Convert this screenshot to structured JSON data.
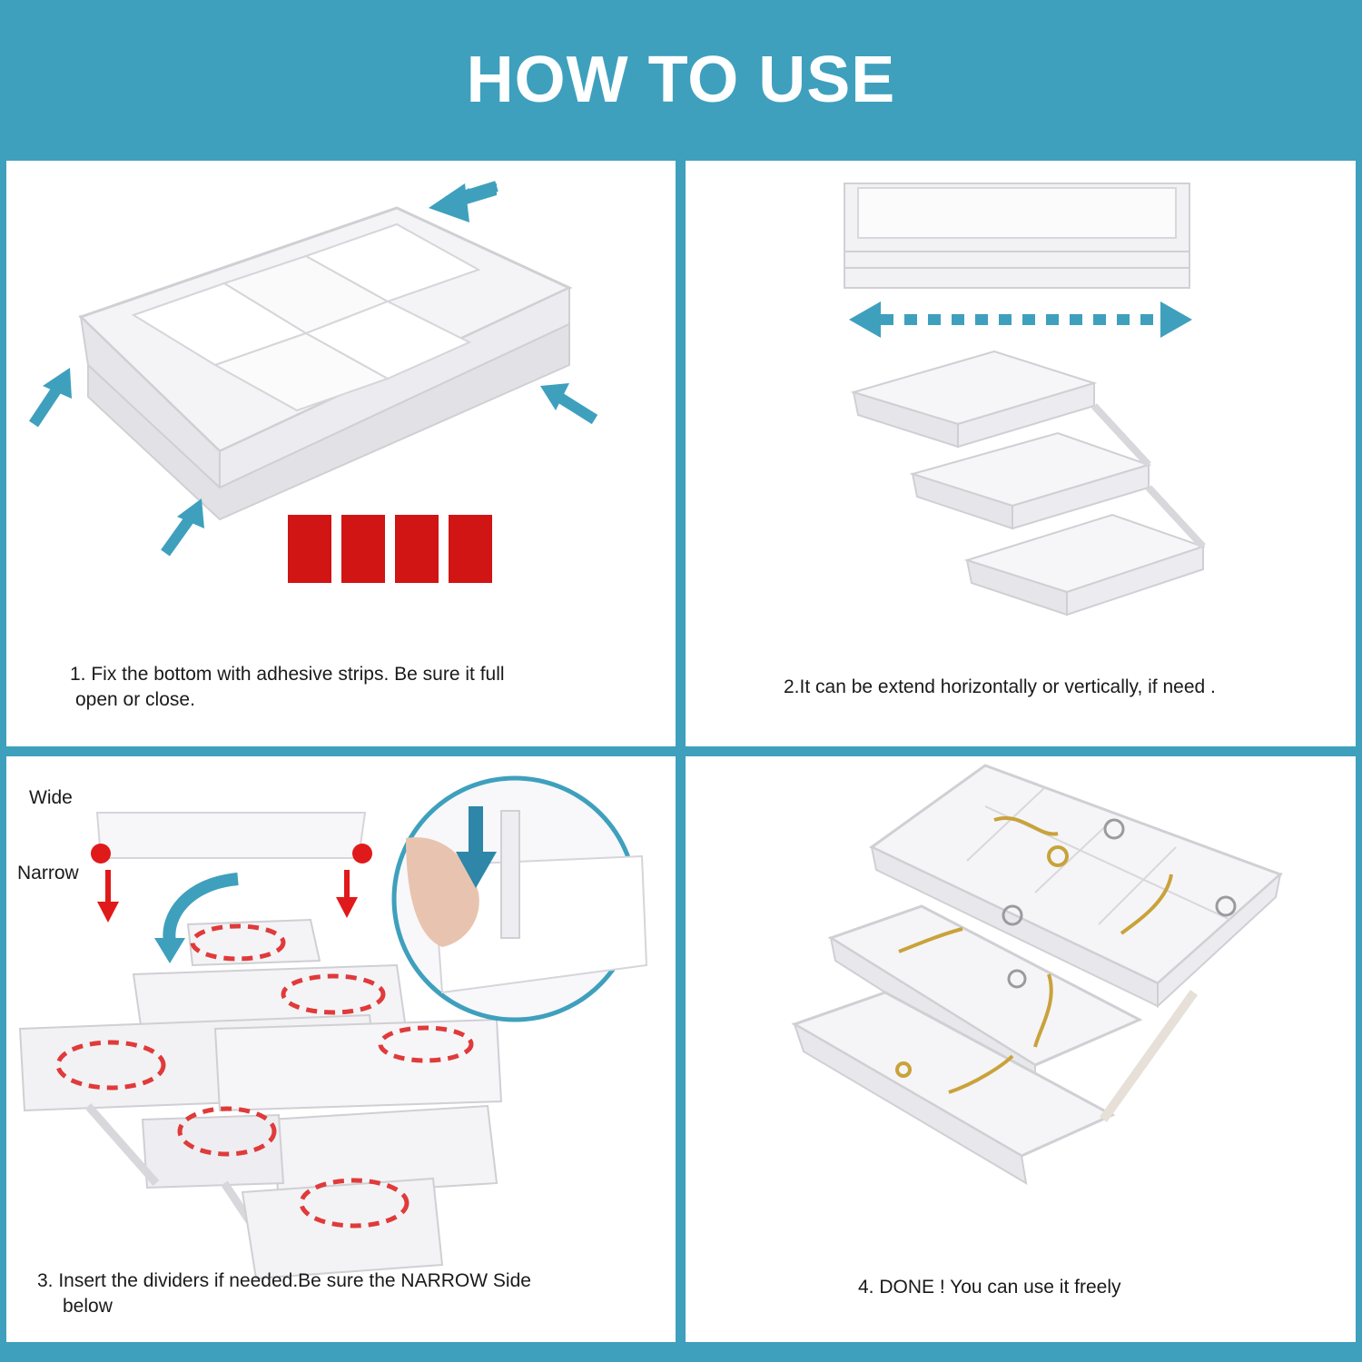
{
  "header": {
    "title": "HOW TO USE"
  },
  "colors": {
    "header_bg": "#3ea0bd",
    "arrow": "#3ea0bd",
    "strip_red": "#d11414",
    "divider_mark": "#e03a3a"
  },
  "steps": [
    {
      "line1": "1. Fix the bottom with adhesive strips. Be sure it full",
      "line2": "open or close."
    },
    {
      "line1": "2.It can be extend horizontally or vertically, if need ."
    },
    {
      "line1": "3. Insert the dividers if needed.Be sure the NARROW Side",
      "line2": "below",
      "label_wide": "Wide",
      "label_narrow": "Narrow"
    },
    {
      "line1": "4. DONE ! You can use it freely"
    }
  ]
}
